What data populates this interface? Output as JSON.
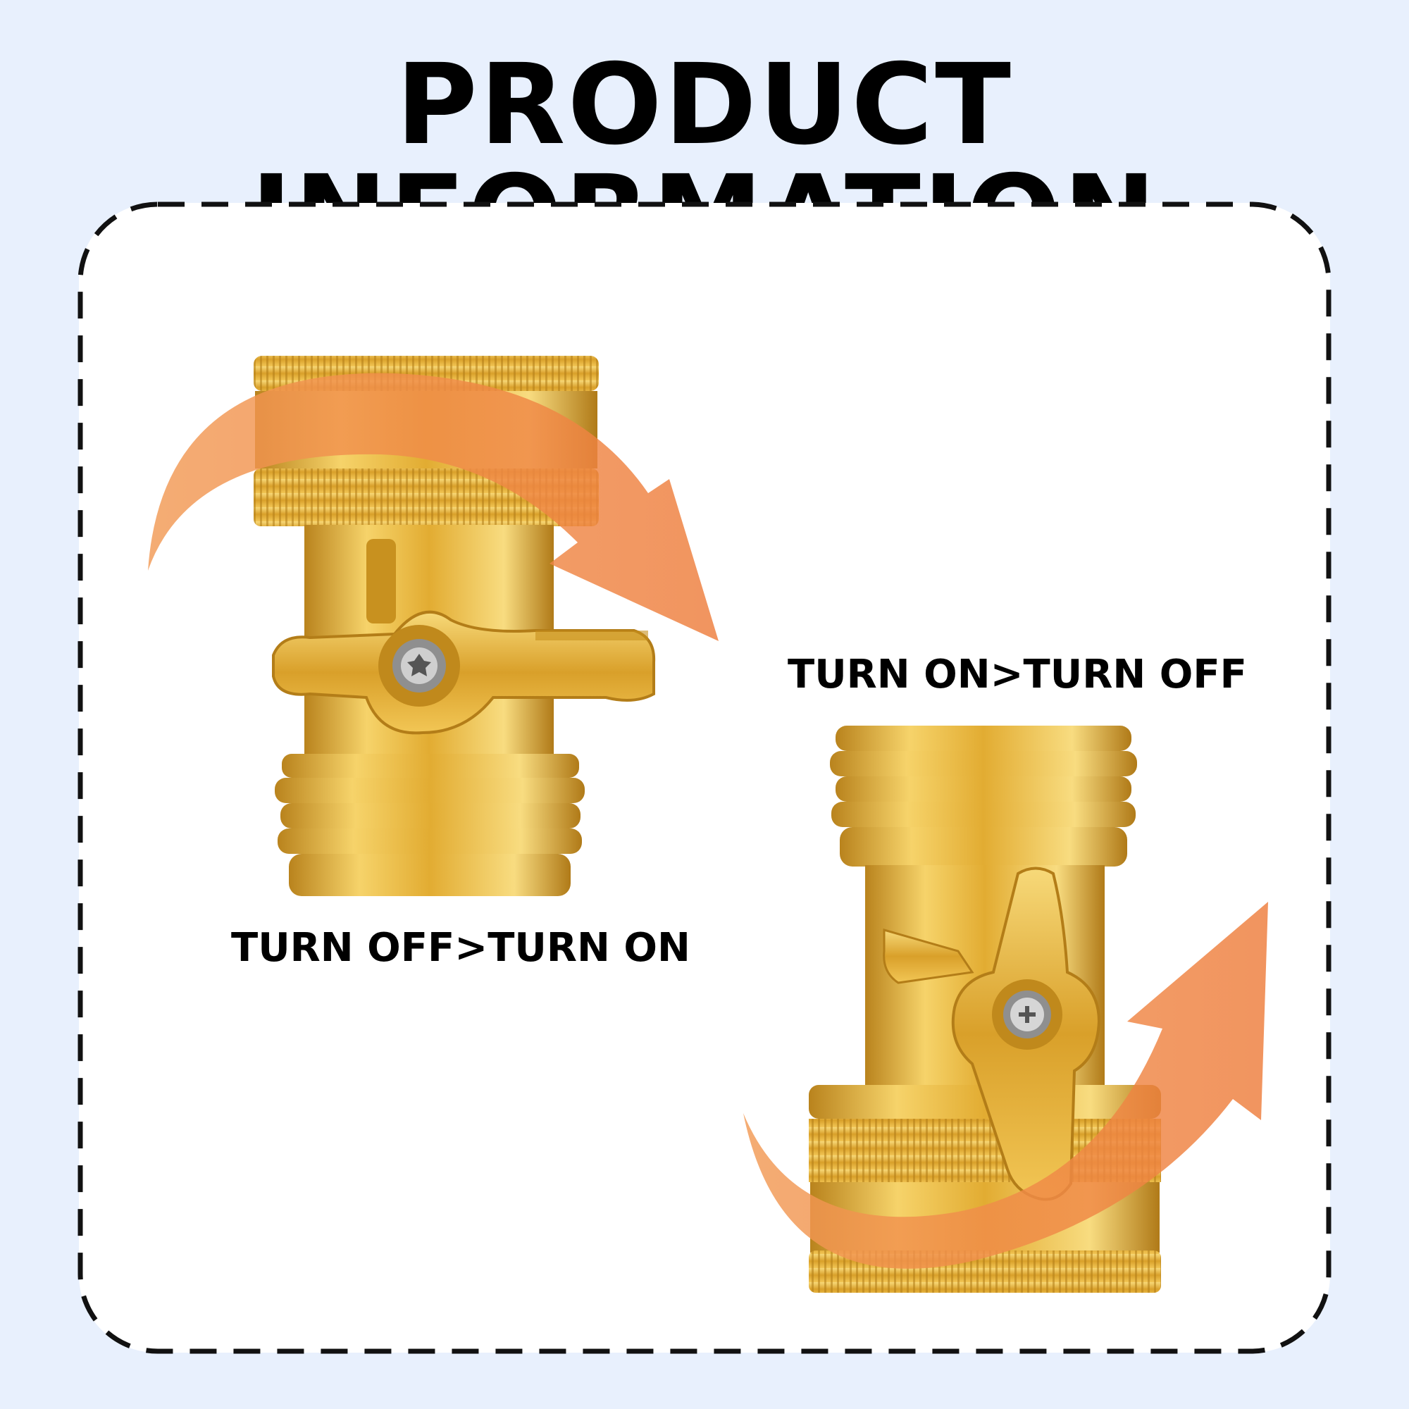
{
  "header": {
    "title": "PRODUCT INFORMATION"
  },
  "labels": {
    "off_to_on": "TURN OFF>TURN ON",
    "on_to_off": "TURN ON>TURN OFF"
  },
  "colors": {
    "background": "#e8f0fd",
    "panel": "#ffffff",
    "brass": "#e6b43c",
    "arrow": "#f08a46"
  },
  "icons": [
    "brass-valve-top-female",
    "brass-valve-top-male",
    "rotate-arrow"
  ]
}
